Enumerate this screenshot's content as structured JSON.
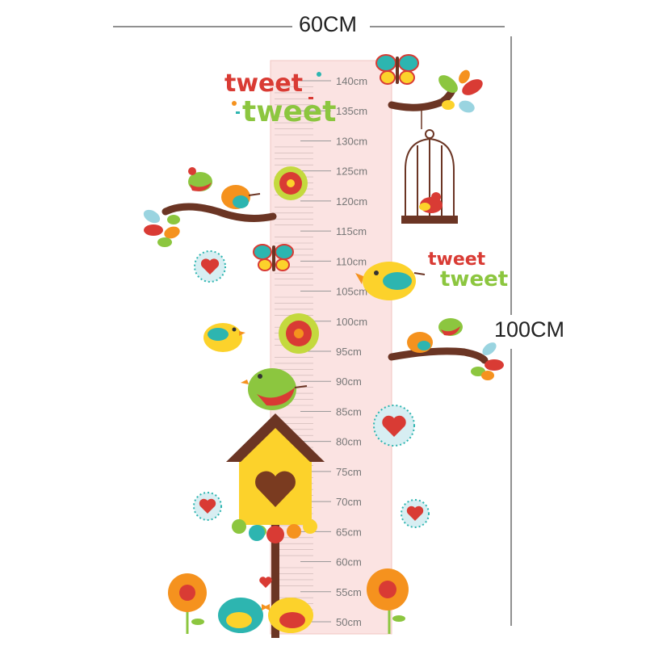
{
  "dimensions": {
    "width_label": "60CM",
    "height_label": "100CM"
  },
  "ruler": {
    "tick_labels": [
      "50cm",
      "55cm",
      "60cm",
      "65cm",
      "70cm",
      "75cm",
      "80cm",
      "85cm",
      "90cm",
      "95cm",
      "100cm",
      "105cm",
      "110cm",
      "115cm",
      "120cm",
      "125cm",
      "130cm",
      "135cm",
      "140cm"
    ],
    "strip_color": "#fbe3e2"
  },
  "decorations": {
    "tweet_text_top_line1": "tweet",
    "tweet_text_top_line2": "tweet",
    "tweet_text_right_line1": "tweet",
    "tweet_text_right_line2": "tweet",
    "icons": [
      "butterfly-icon",
      "bird-icon",
      "birdcage-icon",
      "birdhouse-icon",
      "heart-badge-icon",
      "flower-badge-icon",
      "sunflower-icon",
      "leaf-cluster-icon",
      "branch-icon"
    ]
  },
  "colors": {
    "branch": "#6b3524",
    "yellow": "#fcd22b",
    "red": "#d93b34",
    "teal": "#2db5b0",
    "green": "#8cc63f",
    "orange": "#f5921e"
  }
}
